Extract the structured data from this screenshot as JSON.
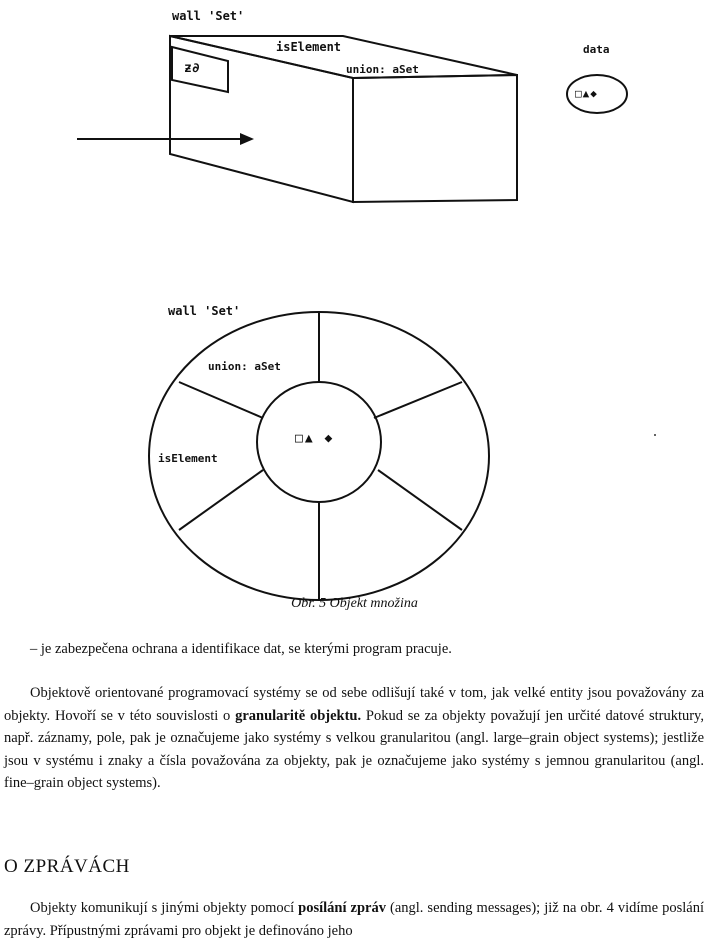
{
  "figure": {
    "box": {
      "title": "wall 'Set'",
      "left_face_label": "isElement",
      "top_label": "union: aSet",
      "panel_label": "ƶ∂",
      "data_label": "data",
      "data_symbols": "□▲◆"
    },
    "ring": {
      "title": "wall 'Set'",
      "union_label": "union: aSet",
      "iselement_label": "isElement",
      "core_symbols": "□▲ ◆"
    },
    "caption": "Obr. 5 Objekt množina"
  },
  "body": {
    "p1": "– je zabezpečena ochrana a identifikace dat, se kterými program pracuje.",
    "p2_a": "Objektově orientované programovací systémy se od sebe odlišují také v tom, jak velké entity jsou považovány za objekty. Hovoří se v této souvislosti o ",
    "p2_b": "granularitě objektu.",
    "p2_c": " Pokud se za objekty považují jen určité datové struktury, např. záznamy, pole, pak je označujeme jako systémy s velkou granularitou (angl. large–grain object systems); jestliže jsou v systému i znaky a čísla považována za objekty, pak je označujeme jako systémy s jemnou granularitou (angl. fine–grain object systems).",
    "heading": "O ZPRÁVÁCH",
    "p3_a": "Objekty komunikují s jinými objekty pomocí ",
    "p3_b": "posílání zpráv",
    "p3_c": " (angl. sending messages); již na obr. 4 vidíme poslání zprávy. Přípustnými zprávami pro objekt je definováno jeho"
  }
}
